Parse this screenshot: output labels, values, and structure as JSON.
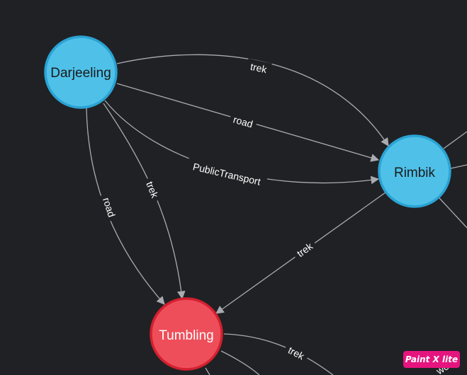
{
  "nodes": {
    "darjeeling": {
      "label": "Darjeeling",
      "color": "#4fc1e9",
      "stroke": "#2aa3d4",
      "text": "#1b1b1b"
    },
    "rimbik": {
      "label": "Rimbik",
      "color": "#4fc1e9",
      "stroke": "#2aa3d4",
      "text": "#1b1b1b"
    },
    "tumbling": {
      "label": "Tumbling",
      "color": "#ee4e5a",
      "stroke": "#d3202f",
      "text": "#ffffff"
    }
  },
  "edges": {
    "darjeeling_rimbik_trek": "trek",
    "darjeeling_rimbik_road": "road",
    "darjeeling_rimbik_public": "PublicTransport",
    "darjeeling_tumbling_road": "road",
    "darjeeling_tumbling_trek": "trek",
    "rimbik_tumbling_trek": "trek",
    "tumbling_out_trek": "trek",
    "partial_offscreen": "wowe"
  },
  "watermark": {
    "label": "Paint X lite",
    "color": "#e5147f"
  },
  "colors": {
    "background": "#202124",
    "edge": "#a9abb0"
  }
}
